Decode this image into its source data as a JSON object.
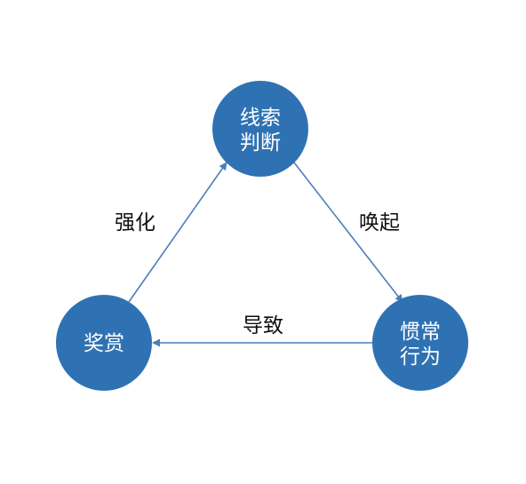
{
  "diagram": {
    "nodes": {
      "top": {
        "line1": "线索",
        "line2": "判断"
      },
      "right": {
        "line1": "惯常",
        "line2": "行为"
      },
      "left": {
        "line1": "奖赏"
      }
    },
    "edges": {
      "top_to_right": {
        "label": "唤起"
      },
      "right_to_left": {
        "label": "导致"
      },
      "left_to_top": {
        "label": "强化"
      }
    },
    "colors": {
      "node_fill": "#2f72b3",
      "node_text": "#ffffff",
      "arrow": "#4a7fb9",
      "label_text": "#111111"
    }
  }
}
